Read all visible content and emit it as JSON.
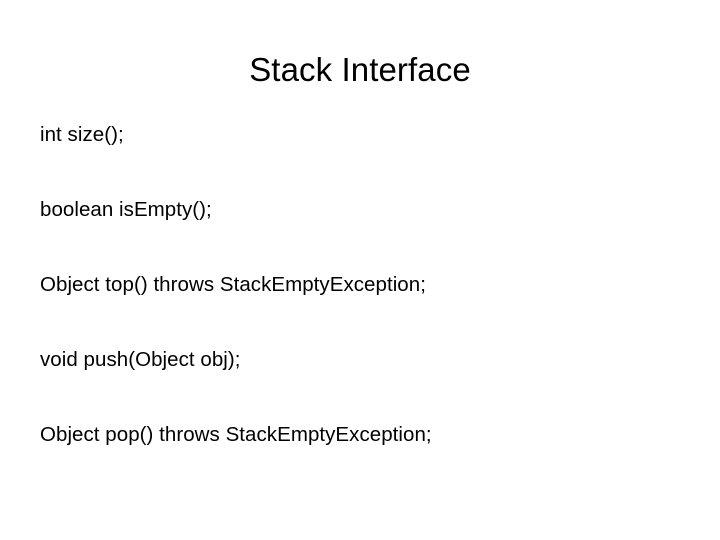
{
  "slide": {
    "title": "Stack Interface",
    "background_color": "#ffffff",
    "text_color": "#000000",
    "lines": [
      {
        "text": "int size();"
      },
      {
        "text": "boolean isEmpty();"
      },
      {
        "text": "Object top() throws StackEmptyException;"
      },
      {
        "text": "void push(Object obj);"
      },
      {
        "text": "Object pop() throws StackEmptyException;"
      }
    ]
  }
}
